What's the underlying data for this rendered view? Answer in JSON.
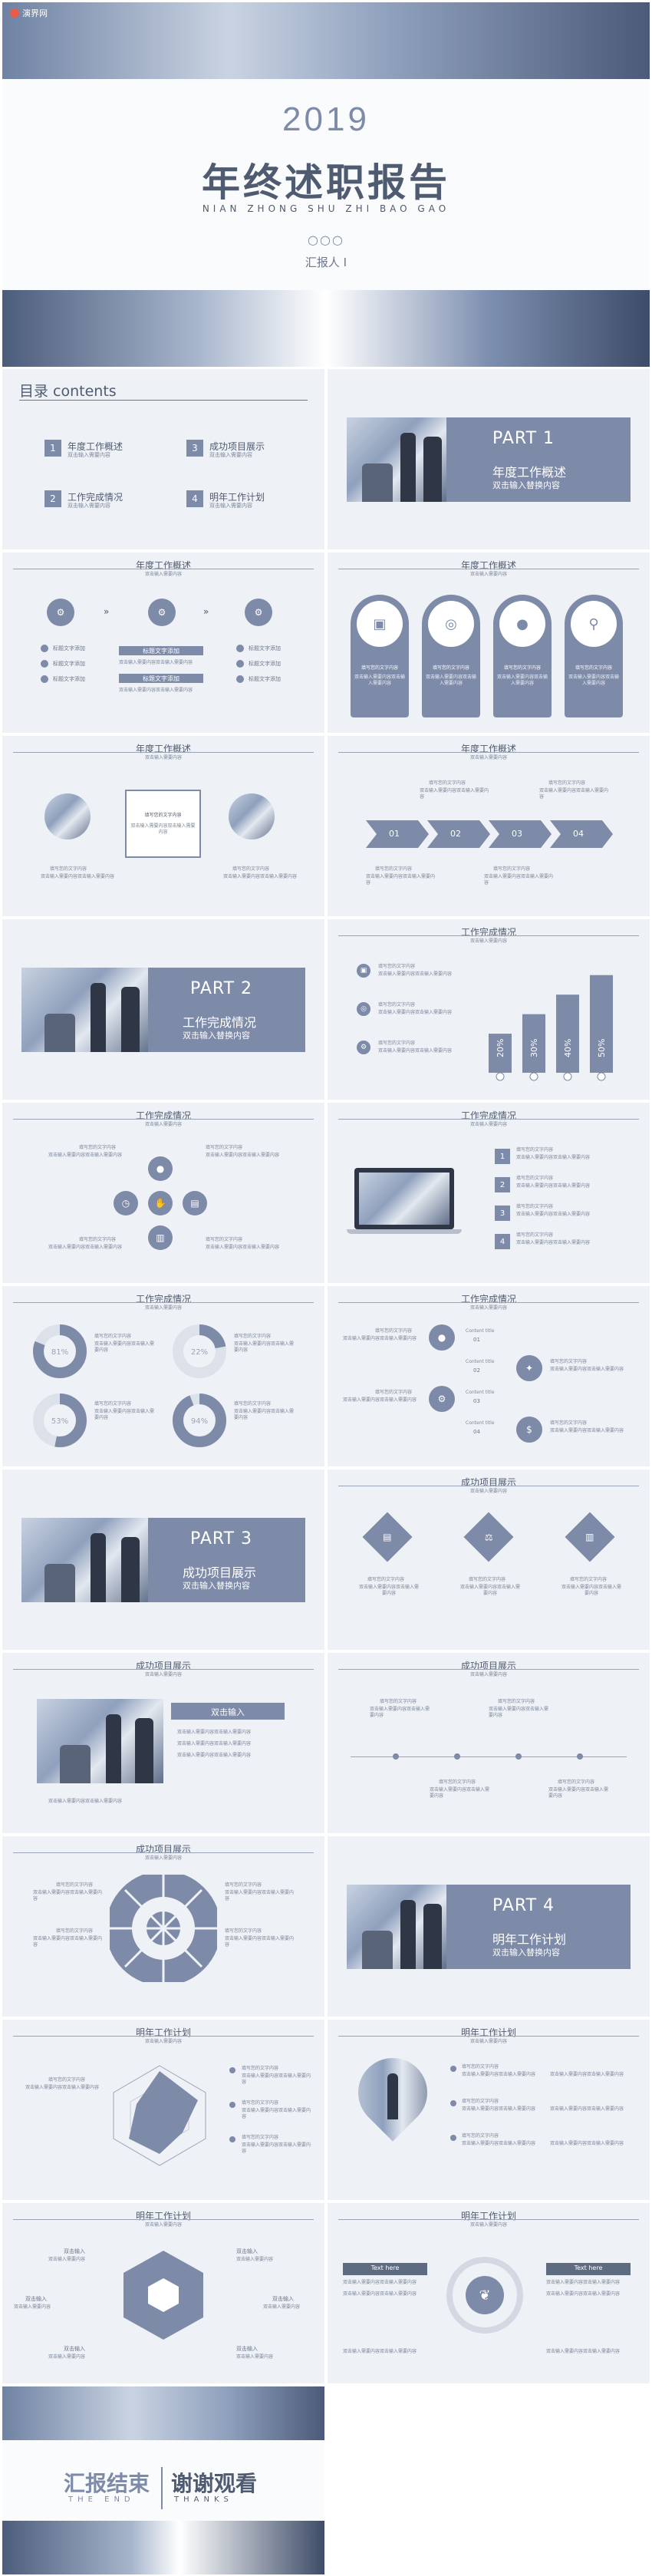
{
  "cover": {
    "logo": "演界网",
    "year": "2019",
    "title": "年终述职报告",
    "pinyin": "NIAN ZHONG SHU ZHI BAO GAO",
    "dots": "○○○",
    "reporter": "汇报人 I"
  },
  "toc": {
    "title": "目录 contents",
    "items": [
      {
        "num": "1",
        "label": "年度工作概述",
        "sub": "双击输入需要内容"
      },
      {
        "num": "3",
        "label": "成功项目展示",
        "sub": "双击输入需要内容"
      },
      {
        "num": "2",
        "label": "工作完成情况",
        "sub": "双击输入需要内容"
      },
      {
        "num": "4",
        "label": "明年工作计划",
        "sub": "双击输入需要内容"
      }
    ]
  },
  "sections": {
    "s1": {
      "part": "PART 1",
      "title": "年度工作概述",
      "sub": "双击输入替换内容"
    },
    "s2": {
      "part": "PART 2",
      "title": "工作完成情况",
      "sub": "双击输入替换内容"
    },
    "s3": {
      "part": "PART 3",
      "title": "成功项目展示",
      "sub": "双击输入替换内容"
    },
    "s4": {
      "part": "PART 4",
      "title": "明年工作计划",
      "sub": "双击输入替换内容"
    }
  },
  "headers": {
    "overview": "年度工作概述",
    "completion": "工作完成情况",
    "projects": "成功项目展示",
    "plan": "明年工作计划",
    "sub": "双击输入需要内容"
  },
  "common": {
    "heading": "填写您的文字内容",
    "body": "双击输入需要内容双击输入需要内容",
    "body2": "双击输入需要内容",
    "label_text": "标题文字添加",
    "input": "双击输入",
    "content_title": "Content title",
    "text_here": "Text here",
    "content_nums": [
      "01",
      "02",
      "03",
      "04"
    ]
  },
  "chevrons": [
    "01",
    "02",
    "03",
    "04"
  ],
  "bars": [
    {
      "label": "20%",
      "value": 20
    },
    {
      "label": "30%",
      "value": 30
    },
    {
      "label": "40%",
      "value": 40
    },
    {
      "label": "50%",
      "value": 50
    }
  ],
  "donuts": [
    {
      "label": "81%",
      "value": 81
    },
    {
      "label": "22%",
      "value": 22
    },
    {
      "label": "53%",
      "value": 53
    },
    {
      "label": "94%",
      "value": 94
    }
  ],
  "numbered": [
    "1",
    "2",
    "3",
    "4"
  ],
  "ending": {
    "left": "汇报结束",
    "left_en": "THE END",
    "right": "谢谢观看",
    "right_en": "THANKS"
  },
  "colors": {
    "accent": "#7d8aa8",
    "dark": "#4f5b70",
    "bg": "#eef1f6"
  },
  "icons": [
    "lock-icon",
    "target-icon",
    "person-icon",
    "search-icon",
    "gear-icon",
    "thumb-icon",
    "bulb-icon",
    "dollar-icon",
    "briefcase-icon",
    "scale-icon",
    "books-icon",
    "leaf-icon"
  ]
}
